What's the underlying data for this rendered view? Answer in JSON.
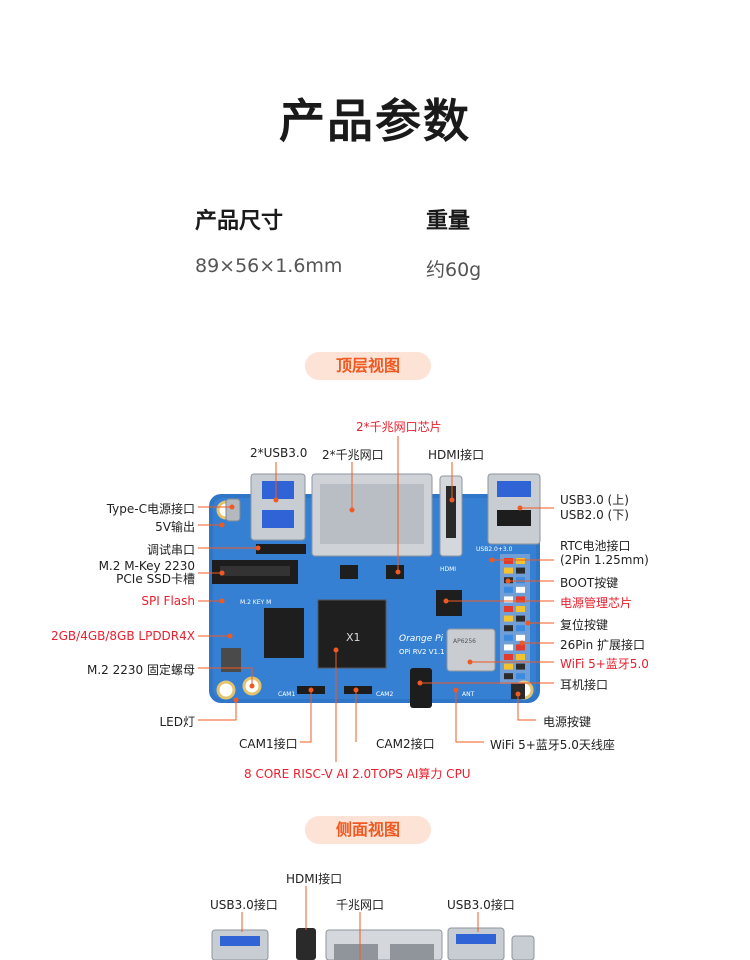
{
  "title": "产品参数",
  "specs": [
    {
      "heading": "产品尺寸",
      "value": "89×56×1.6mm"
    },
    {
      "heading": "重量",
      "value": "约60g"
    }
  ],
  "top_view": {
    "section_label": "顶层视图",
    "labels": {
      "eth_chip": "2*千兆网口芯片",
      "usb3": "2*USB3.0",
      "eth_port": "2*千兆网口",
      "hdmi": "HDMI接口",
      "typec": "Type-C电源接口",
      "out5v": "5V输出",
      "debug": "调试串口",
      "m2_line1": "M.2 M-Key 2230",
      "m2_line2": "PCIe SSD卡槽",
      "spi": "SPI Flash",
      "lpddr": "2GB/4GB/8GB LPDDR4X",
      "screw": "M.2 2230 固定螺母",
      "led": "LED灯",
      "cam1": "CAM1接口",
      "cam2": "CAM2接口",
      "cpu": "8 CORE  RISC-V AI 2.0TOPS AI算力 CPU",
      "usb_up": "USB3.0 (上)",
      "usb_down": "USB2.0 (下)",
      "rtc_line1": "RTC电池接口",
      "rtc_line2": "(2Pin 1.25mm)",
      "boot": "BOOT按键",
      "pmic": "电源管理芯片",
      "reset": "复位按键",
      "pin26": "26Pin 扩展接口",
      "wifi": "WiFi 5+蓝牙5.0",
      "audio": "耳机接口",
      "power_btn": "电源按键",
      "antenna": "WiFi 5+蓝牙5.0天线座"
    },
    "board_print": {
      "soc": "X1",
      "brand": "Orange Pi",
      "model": "OPi RV2 V1.1",
      "cam1": "CAM1",
      "cam2": "CAM2",
      "ant": "ANT",
      "usb2": "USB2.0+3.0",
      "hdmi": "HDMI",
      "m2key": "M.2 KEY M",
      "module": "AP6256"
    }
  },
  "side_view": {
    "section_label": "侧面视图",
    "labels": {
      "hdmi": "HDMI接口",
      "usb_left": "USB3.0接口",
      "eth": "千兆网口",
      "usb_right": "USB3.0接口"
    }
  },
  "colors": {
    "accent": "#f05a22",
    "pill_bg": "#fde3d6",
    "highlight_red": "#e8202e",
    "board_blue": "#2f76c9"
  }
}
